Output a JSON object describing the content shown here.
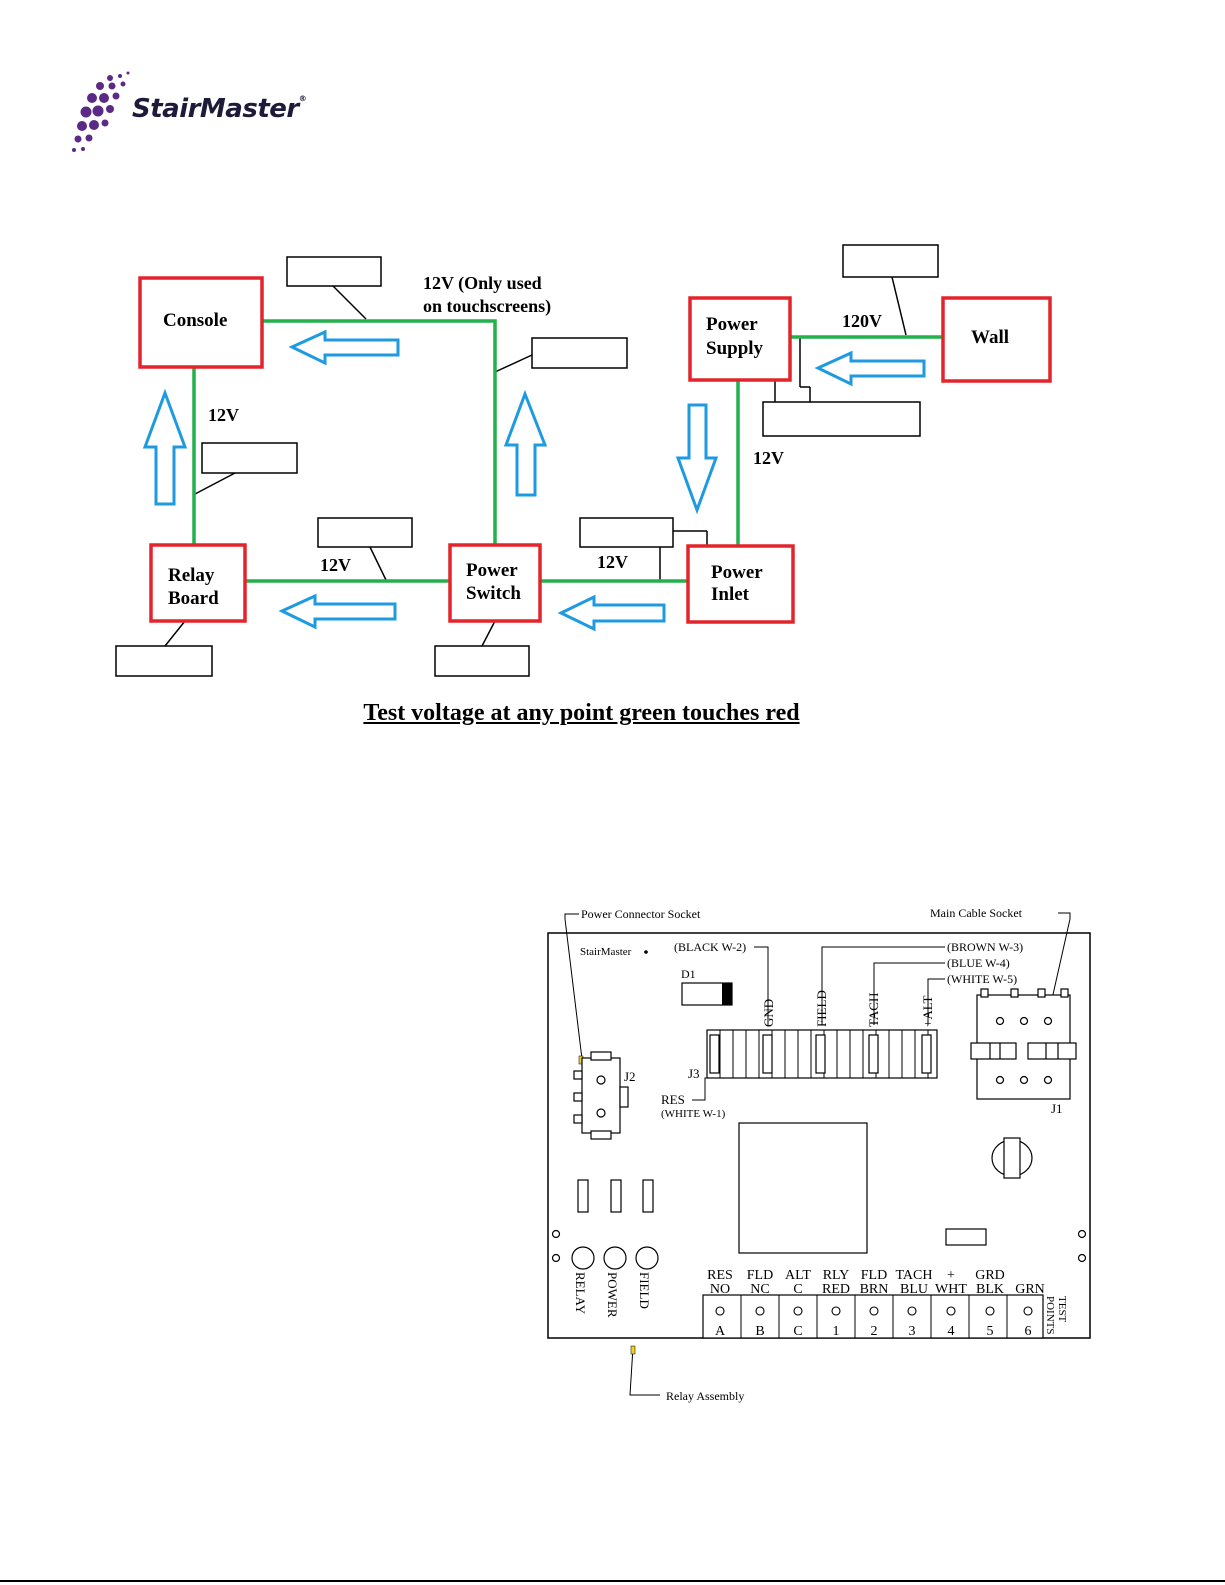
{
  "logo": {
    "brand": "StairMaster",
    "mark": "®"
  },
  "flow_diagram": {
    "nodes": {
      "console": "Console",
      "wall": "Wall",
      "power_supply_l1": "Power",
      "power_supply_l2": "Supply",
      "relay_board_l1": "Relay",
      "relay_board_l2": "Board",
      "power_switch_l1": "Power",
      "power_switch_l2": "Switch",
      "power_inlet_l1": "Power",
      "power_inlet_l2": "Inlet"
    },
    "voltages": {
      "touchscreen_l1": "12V (Only used",
      "touchscreen_l2": "on touchscreens)",
      "wall_to_supply": "120V",
      "relay_to_console": "12V",
      "supply_to_inlet": "12V",
      "switch_to_relay": "12V",
      "inlet_to_switch": "12V"
    },
    "title": "Test voltage at any point green touches red",
    "colors": {
      "node_border": "#e3242b",
      "wire": "#22b14c",
      "arrow": "#1e9be0"
    }
  },
  "relay_board": {
    "callouts": {
      "power_socket": "Power Connector Socket",
      "main_socket": "Main Cable Socket",
      "relay_assembly": "Relay Assembly"
    },
    "brand": "StairMaster",
    "d1": "D1",
    "j1": "J1",
    "j2": "J2",
    "j3": "J3",
    "wire_labels": {
      "black": "(BLACK W-2)",
      "brown": "(BROWN W-3)",
      "blue": "(BLUE W-4)",
      "white5": "(WHITE W-5)",
      "res": "RES",
      "white1": "(WHITE W-1)"
    },
    "pin_labels": {
      "gnd": "GND",
      "field": "FIELD",
      "tach": "TACH",
      "alt": "+ALT"
    },
    "leds": [
      "RELAY",
      "POWER",
      "FIELD"
    ],
    "test_points_label_l1": "TEST",
    "test_points_label_l2": "POINTS",
    "test_points": [
      {
        "top": "RES",
        "mid": "NO",
        "id": "A"
      },
      {
        "top": "FLD",
        "mid": "NC",
        "id": "B"
      },
      {
        "top": "ALT",
        "mid": "C",
        "id": "C"
      },
      {
        "top": "RLY",
        "mid": "RED",
        "id": "1"
      },
      {
        "top": "FLD",
        "mid": "BRN",
        "id": "2"
      },
      {
        "top": "TACH",
        "mid": "BLU",
        "id": "3"
      },
      {
        "top": "+",
        "mid": "WHT",
        "id": "4"
      },
      {
        "top": "GRD",
        "mid": "BLK",
        "id": "5"
      },
      {
        "top": "GRN",
        "mid": "",
        "id": "6"
      }
    ]
  }
}
